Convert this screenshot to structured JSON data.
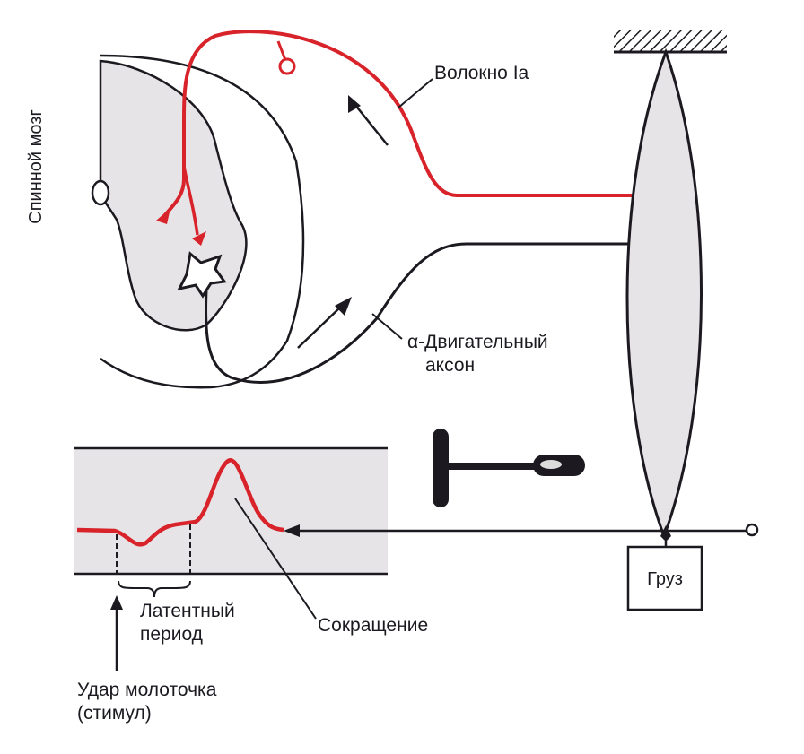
{
  "labels": {
    "spinal_cord": "Спинной мозг",
    "fiber_ia": "Волокно Iа",
    "alpha_motor_line1": "α-Двигательный",
    "alpha_motor_line2": "аксон",
    "weight": "Груз",
    "latent_line1": "Латентный",
    "latent_line2": "период",
    "contraction": "Сокращение",
    "hammer_line1": "Удар молоточка",
    "hammer_line2": "(стимул)"
  },
  "colors": {
    "afferent": "#d8232a",
    "ink": "#1c1a20",
    "gray_matter": "#e6e4e6",
    "background": "#ffffff"
  }
}
